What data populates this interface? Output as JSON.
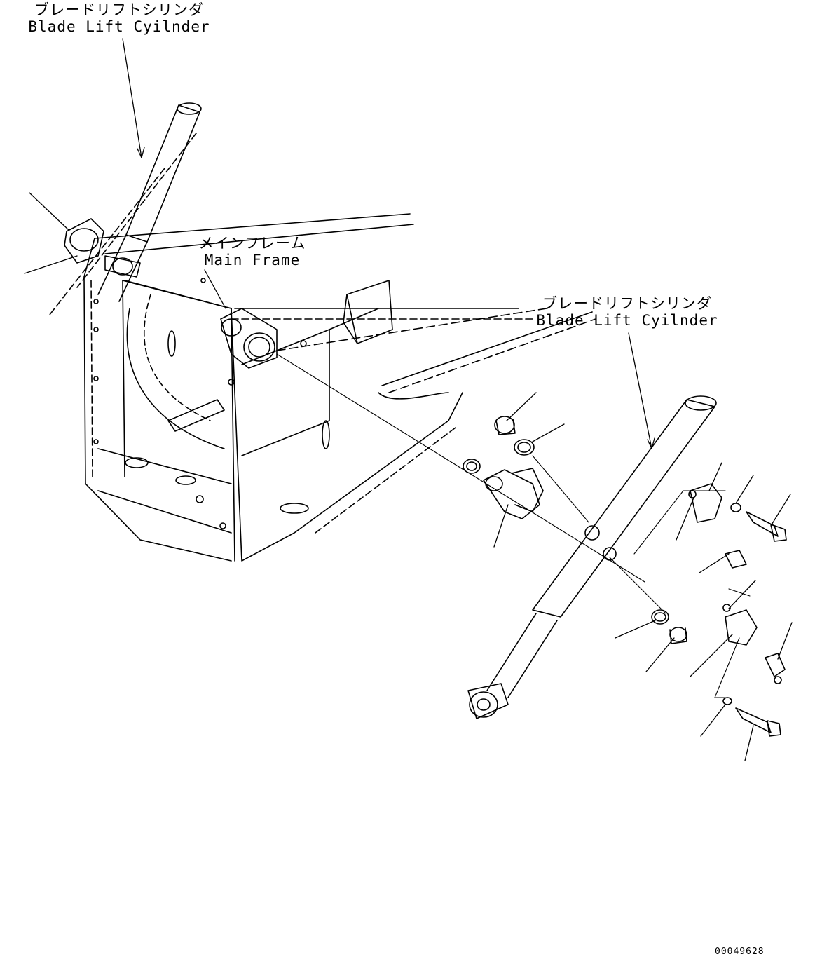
{
  "labels": {
    "blade_lift_cylinder_left": {
      "jp": "ブレードリフトシリンダ",
      "en": "Blade Lift Cyilnder"
    },
    "main_frame": {
      "jp": "メインフレーム",
      "en": "Main Frame"
    },
    "blade_lift_cylinder_right": {
      "jp": "ブレードリフトシリンダ",
      "en": "Blade Lift Cyilnder"
    }
  },
  "drawing_number": "00049628"
}
